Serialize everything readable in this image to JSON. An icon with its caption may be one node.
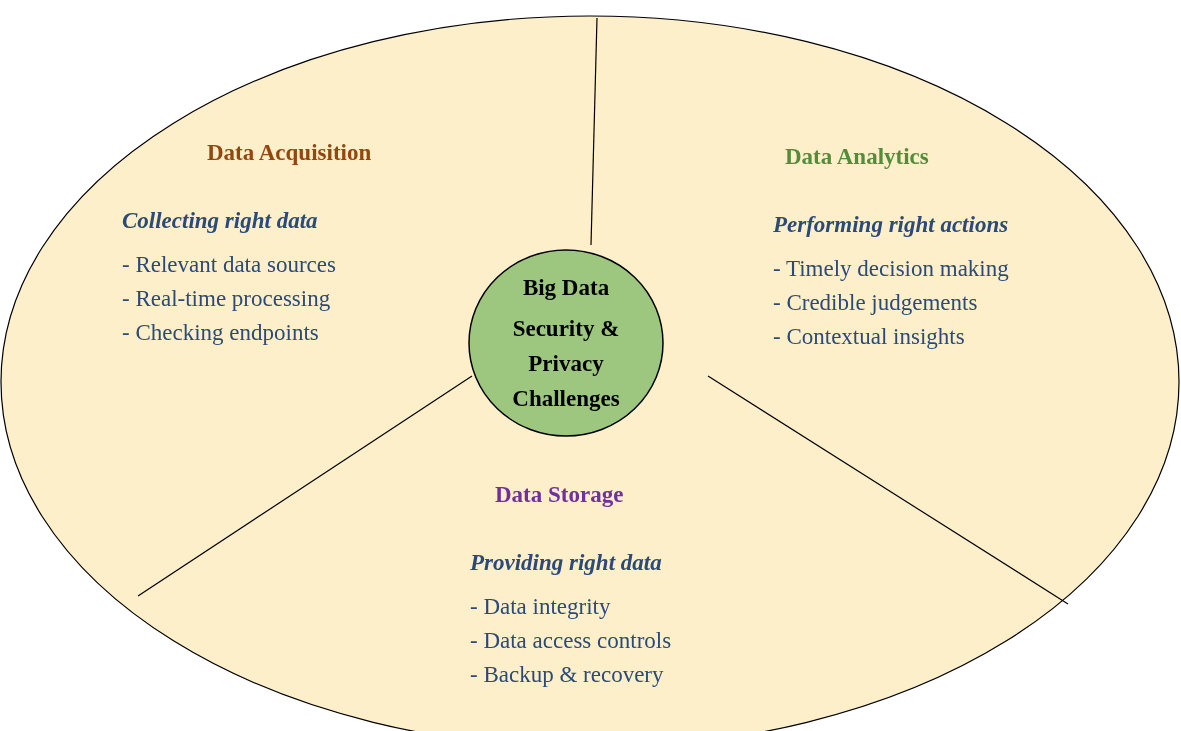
{
  "diagram": {
    "nodes": [
      {
        "text": [
          "Data Acquisition",
          "Collecting right data",
          "- Relevant data sources",
          "- Real-time processing",
          "- Checking endpoints"
        ]
      },
      {
        "text": [
          "Data Analytics",
          "Performing right actions",
          "- Timely decision making",
          "- Credible judgements",
          "- Contextual insights"
        ]
      },
      {
        "text": [
          "Data Storage",
          "Providing right data",
          "- Data integrity",
          "- Data access controls",
          "- Backup & recovery"
        ]
      },
      {
        "text": [
          "Big Data",
          "Security & Privacy Challenges"
        ]
      }
    ]
  }
}
